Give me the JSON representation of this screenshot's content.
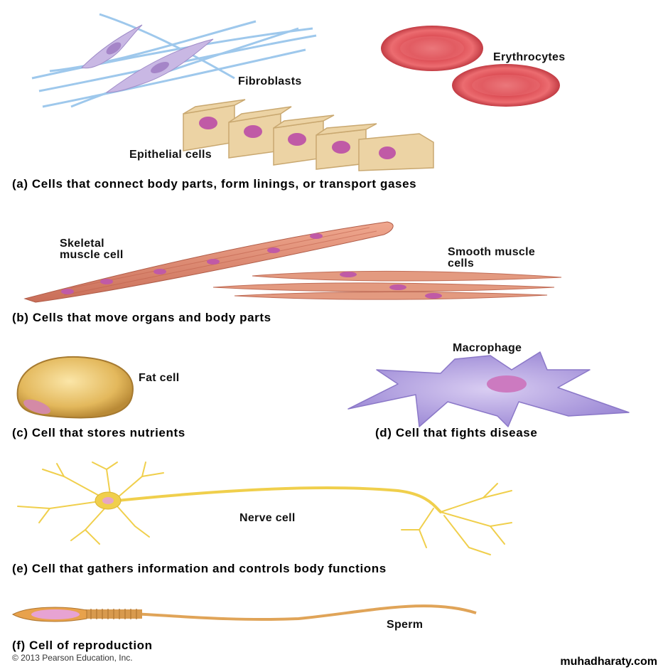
{
  "labels": {
    "fibroblasts": "Fibroblasts",
    "erythrocytes": "Erythrocytes",
    "epithelial": "Epithelial cells",
    "skeletal": "Skeletal muscle cell",
    "smooth": "Smooth muscle cells",
    "macrophage": "Macrophage",
    "fat": "Fat cell",
    "nerve": "Nerve cell",
    "sperm": "Sperm"
  },
  "captions": {
    "a": "(a) Cells that connect body parts, form linings, or transport gases",
    "b": "(b) Cells that move organs and body parts",
    "c": "(c) Cell that stores nutrients",
    "d": "(d) Cell that fights disease",
    "e": "(e) Cell that gathers information and controls body functions",
    "f": "(f) Cell of reproduction"
  },
  "copyright": "© 2013 Pearson Education, Inc.",
  "watermark": "muhadharaty.com",
  "colors": {
    "fibro_lines": "#9ec8ec",
    "fibro_cell": "#c9b8e4",
    "erythrocyte": "#e0585e",
    "epithelial": "#ecd3a4",
    "nucleus": "#c05aa6",
    "muscle": "#de8c74",
    "fat": "#e7bf62",
    "macrophage": "#b3a3e0",
    "nerve": "#f0cf4c",
    "sperm": "#e0a458"
  }
}
